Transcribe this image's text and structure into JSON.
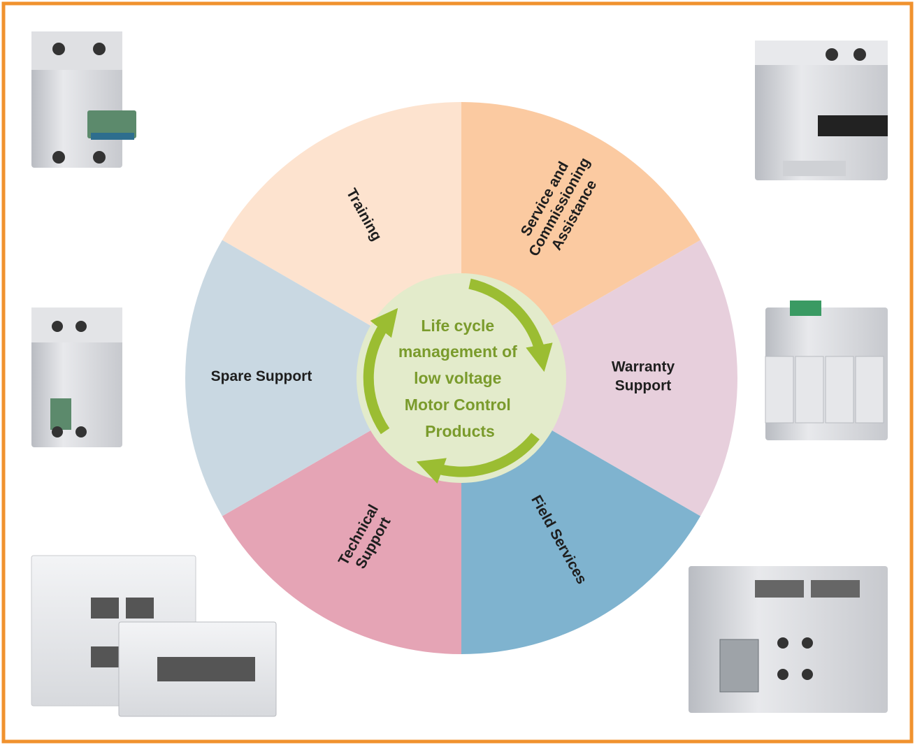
{
  "diagram": {
    "center_text": [
      "Life cycle",
      "management of",
      "low voltage",
      "Motor Control",
      "Products"
    ],
    "segments": [
      {
        "id": "training",
        "lines": [
          "Training"
        ],
        "color": "#fde3cf"
      },
      {
        "id": "service",
        "lines": [
          "Service and",
          "Commissioning",
          "Assistance"
        ],
        "color": "#fbcaa1"
      },
      {
        "id": "warranty",
        "lines": [
          "Warranty",
          "Support"
        ],
        "color": "#e7cfdc"
      },
      {
        "id": "field",
        "lines": [
          "Field Services"
        ],
        "color": "#7fb3cf"
      },
      {
        "id": "technical",
        "lines": [
          "Technical",
          "Support"
        ],
        "color": "#e5a4b5"
      },
      {
        "id": "spare",
        "lines": [
          "Spare Support"
        ],
        "color": "#c9d8e2"
      }
    ],
    "colors": {
      "border": "#f0922e",
      "center_fill": "#e3ebcb",
      "arrow": "#9bbd32",
      "center_text": "#7a9b2c"
    },
    "product_images": [
      {
        "id": "mcb",
        "icon": "miniature-circuit-breaker-icon"
      },
      {
        "id": "rcbo",
        "icon": "residual-current-breaker-icon"
      },
      {
        "id": "rccb",
        "icon": "rccb-icon"
      },
      {
        "id": "spd",
        "icon": "surge-protection-device-icon"
      },
      {
        "id": "db",
        "icon": "distribution-board-icon"
      },
      {
        "id": "controller",
        "icon": "logic-controller-icon"
      }
    ]
  }
}
